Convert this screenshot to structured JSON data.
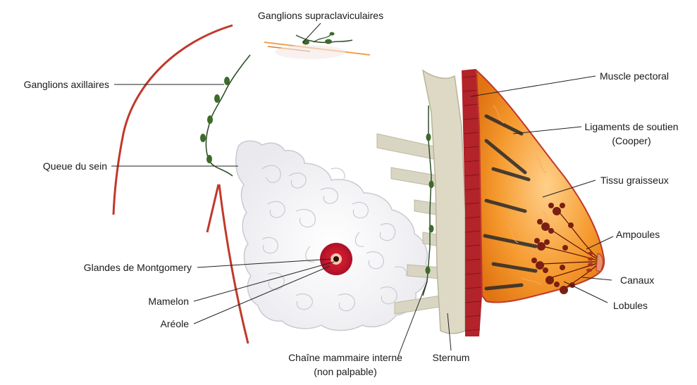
{
  "labels": {
    "supraclaviculaires": "Ganglions supraclaviculaires",
    "axillaires": "Ganglions axillaires",
    "queue": "Queue du sein",
    "montgomery": "Glandes de Montgomery",
    "mamelon": "Mamelon",
    "areole": "Aréole",
    "chaine_line1": "Chaîne mammaire interne",
    "chaine_line2": "(non palpable)",
    "sternum": "Sternum",
    "muscle": "Muscle pectoral",
    "ligaments_line1": "Ligaments de soutien",
    "ligaments_line2": "(Cooper)",
    "tissu": "Tissu graisseux",
    "ampoules": "Ampoules",
    "canaux": "Canaux",
    "lobules": "Lobules"
  },
  "colors": {
    "body_outline": "#c0392b",
    "lymph": "#2f4f2a",
    "node": "#3d6b2a",
    "breast_fill": "#f4f4f6",
    "gland_lines": "#c8cad4",
    "areola": "#c0162b",
    "bone": "#d8d6c2",
    "muscle": "#b2232a",
    "fat": "#f08a1f",
    "lobule": "#7a1f12",
    "leader": "#222222"
  }
}
